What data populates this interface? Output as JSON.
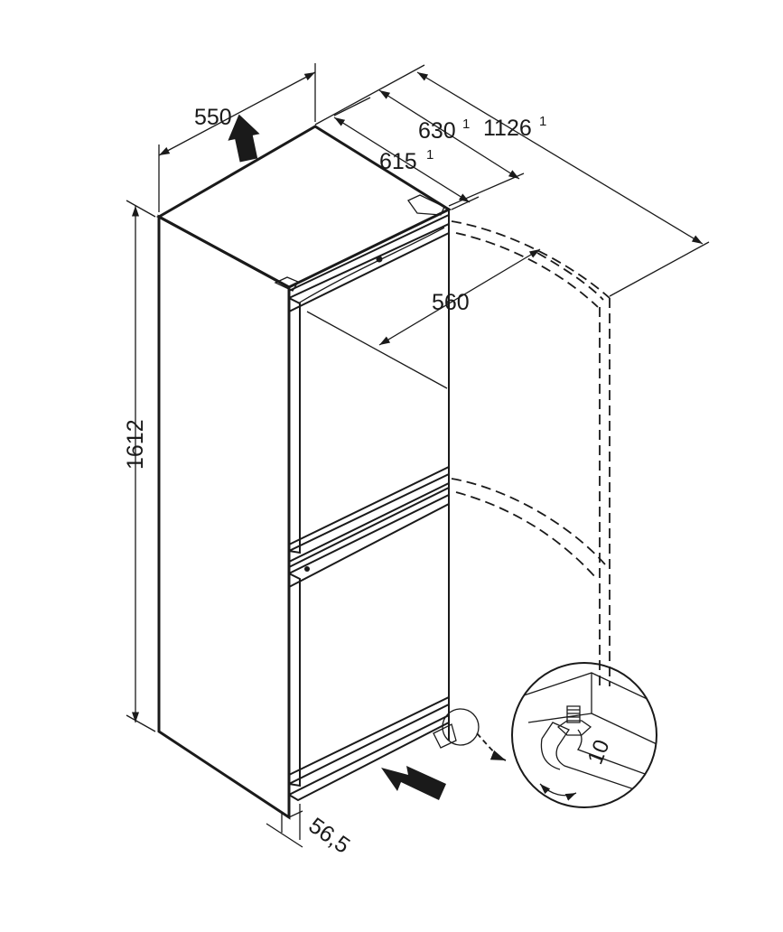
{
  "dimensions": {
    "width": "550",
    "depth_630": "630",
    "depth_630_note": "1",
    "depth_1126": "1126",
    "depth_1126_note": "1",
    "depth_615": "615",
    "depth_615_note": "1",
    "door_clearance": "560",
    "height": "1612",
    "plinth": "56,5"
  },
  "inset": {
    "wrench_size": "10"
  },
  "colors": {
    "line": "#1a1a1a",
    "door_trim": "#b9b9b9",
    "inset_fill": "#cfcfcf",
    "background": "#ffffff"
  },
  "icons": {
    "up_arrow": "up-arrow-icon",
    "air_arrow": "airflow-arrow-icon",
    "rotate_arrow": "rotate-arrow-icon"
  }
}
